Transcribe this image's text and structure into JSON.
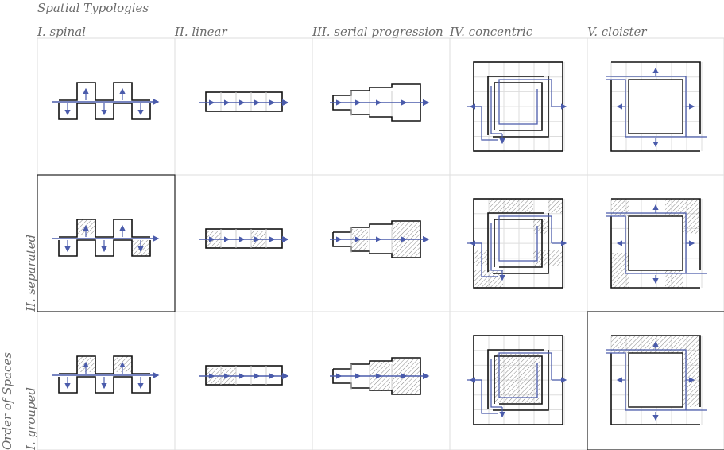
{
  "diagram": {
    "title": "Spatial Typologies",
    "side_title": "Order of Spaces",
    "columns": [
      {
        "label": "I. spinal"
      },
      {
        "label": "II. linear"
      },
      {
        "label": "III. serial progression"
      },
      {
        "label": "IV. concentric"
      },
      {
        "label": "V. cloister"
      }
    ],
    "rows": [
      {
        "label": ""
      },
      {
        "label": "II. separated"
      },
      {
        "label": "I. grouped"
      }
    ],
    "highlighted_cells": [
      [
        1,
        0
      ],
      [
        2,
        4
      ]
    ],
    "colors": {
      "path": "#4a5bab",
      "line": "#111111",
      "grid": "#cccccc",
      "hatch": "#888888"
    }
  }
}
